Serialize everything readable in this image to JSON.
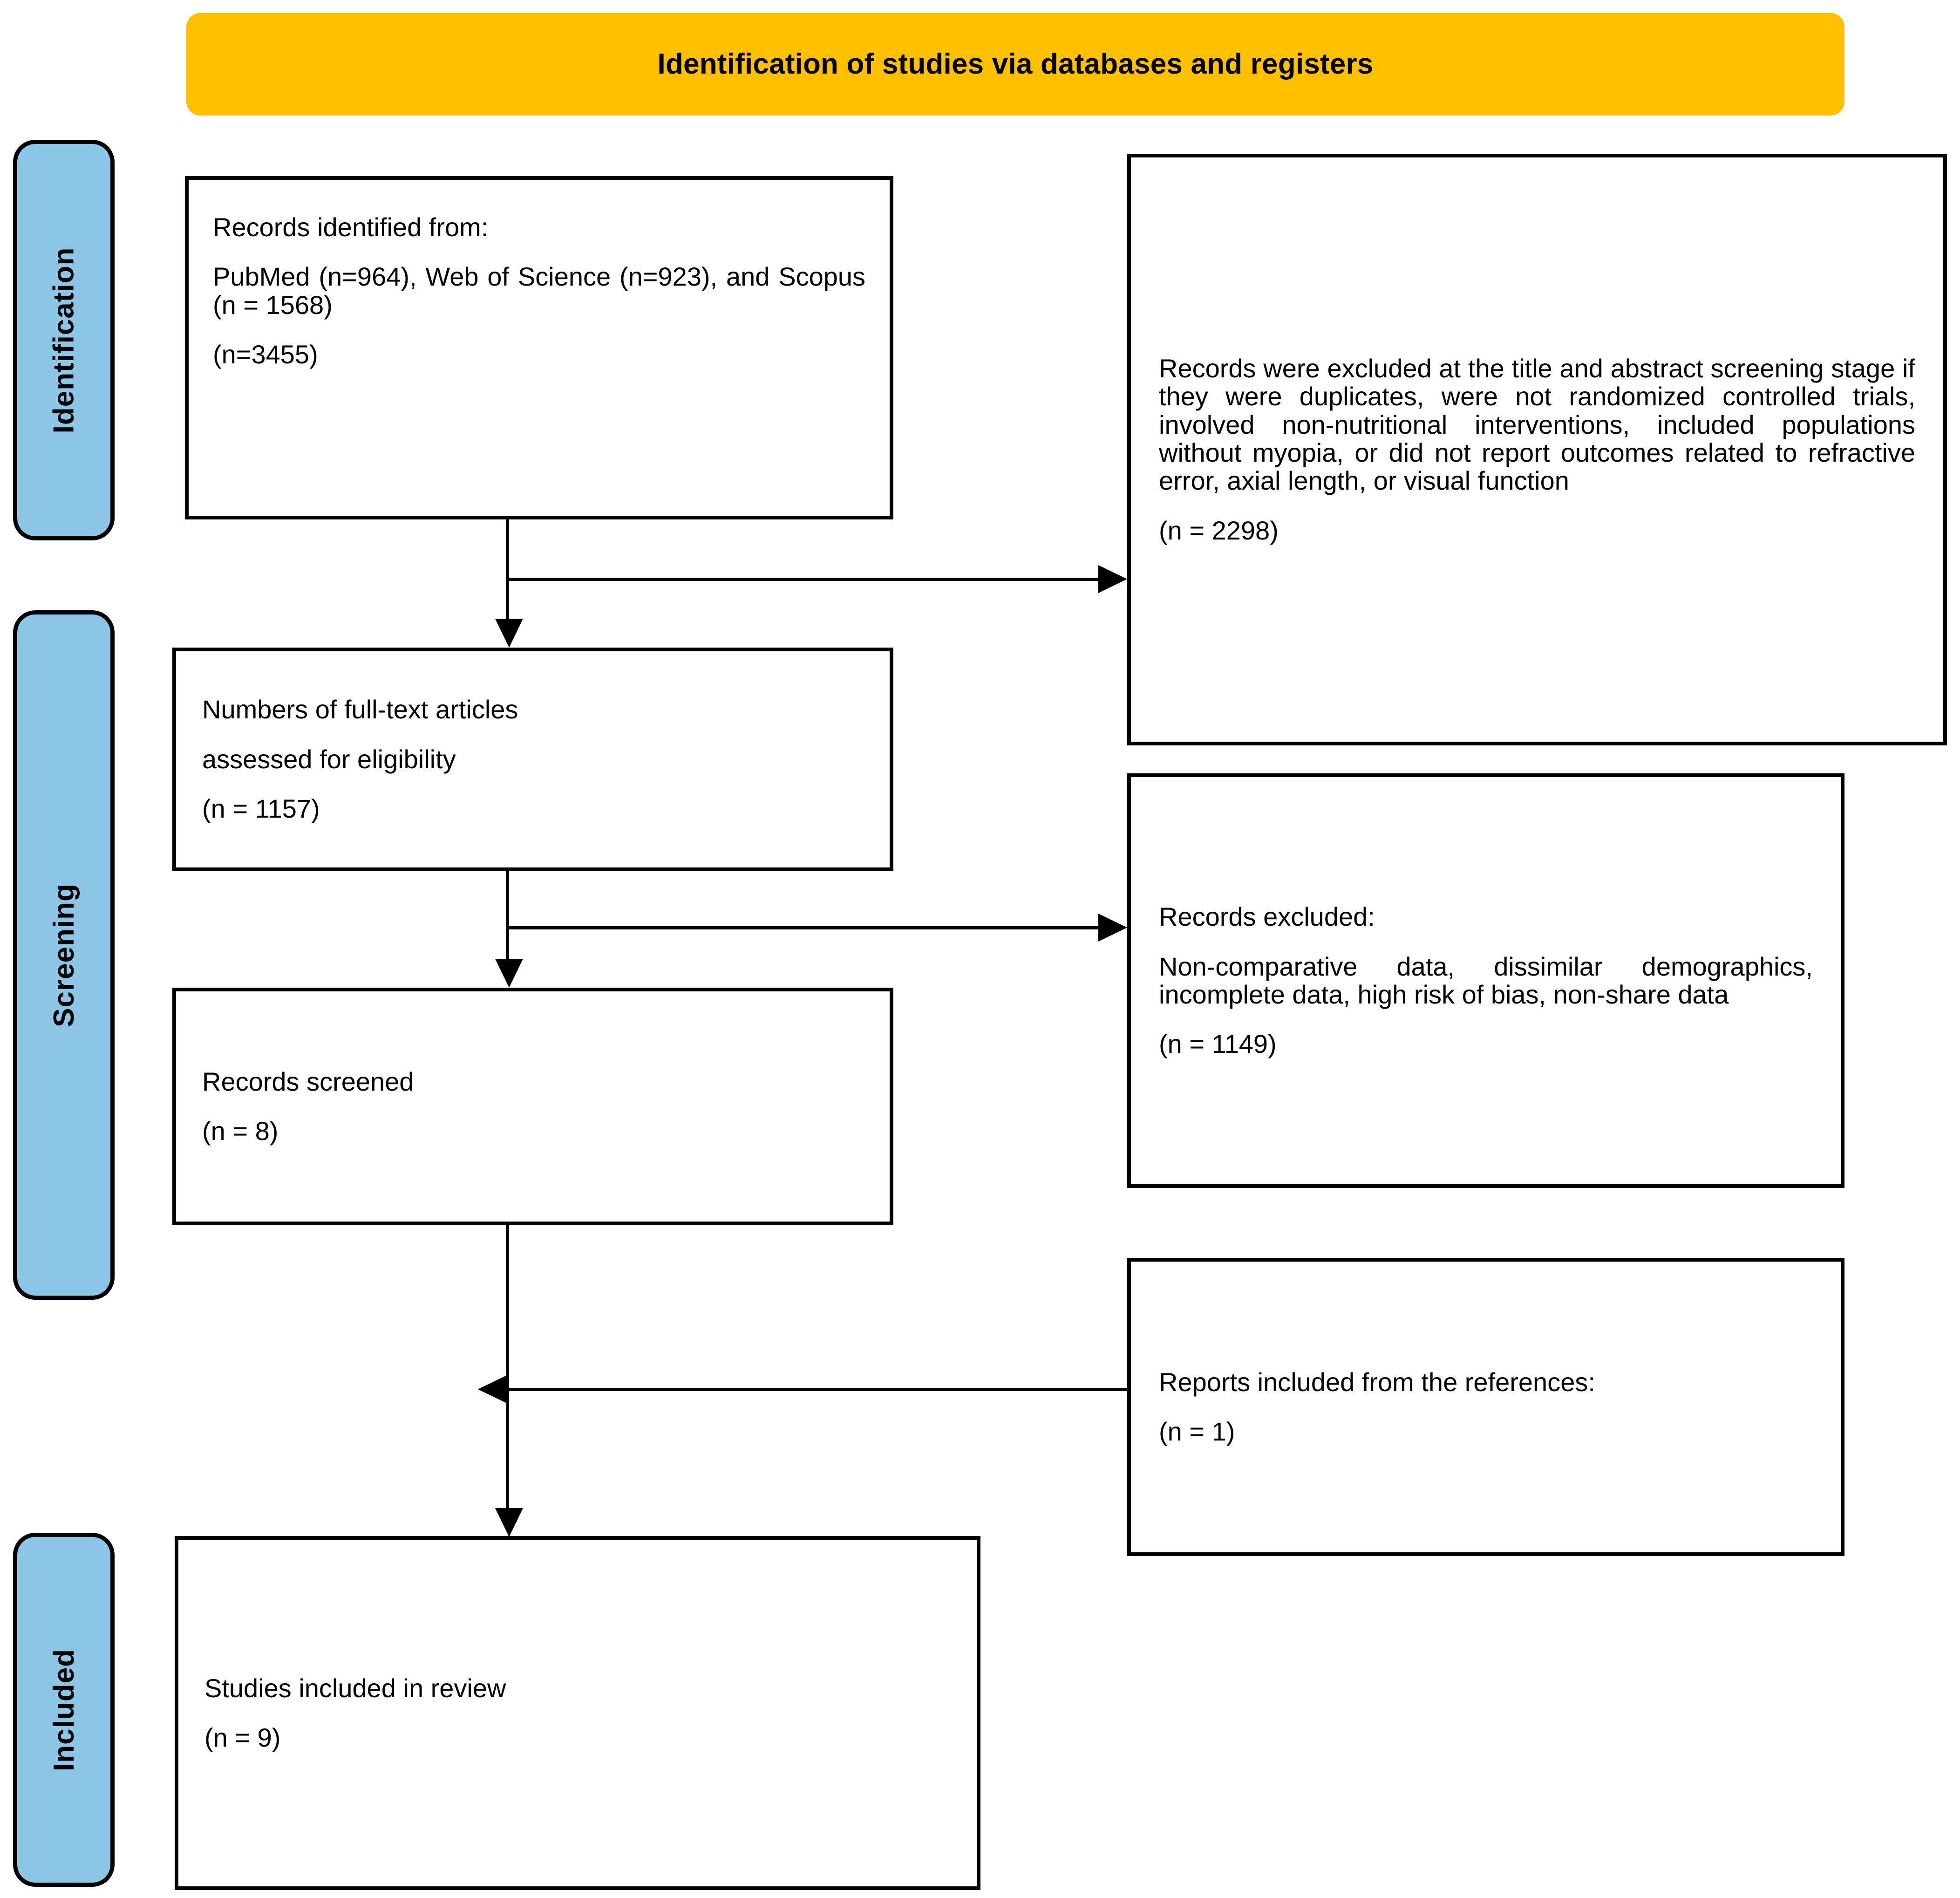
{
  "diagram": {
    "type": "PRISMA flow diagram",
    "title": "Identification of studies via databases and registers",
    "colors": {
      "banner": "#FFC000",
      "stage_bar": "#8EC6E8",
      "line": "#000000",
      "box_fill": "#FFFFFF"
    }
  },
  "stages": [
    {
      "id": "identification",
      "label": "Identification"
    },
    {
      "id": "screening",
      "label": "Screening"
    },
    {
      "id": "included",
      "label": "Included"
    }
  ],
  "nodes": {
    "records_identified": {
      "lines": [
        "Records identified from:",
        "PubMed (n=964), Web of Science (n=923), and Scopus (n = 1568)",
        "(n=3455)"
      ]
    },
    "records_excluded_title_abstract": {
      "lines": [
        "Records were excluded at the title and abstract screening stage if they were duplicates, were not randomized controlled trials, involved non-nutritional interventions, included populations without myopia, or did not report outcomes related to refractive error, axial length, or visual function",
        "(n = 2298)"
      ]
    },
    "full_text_assessed": {
      "lines": [
        "Numbers of full-text articles",
        "assessed for eligibility",
        "(n = 1157)"
      ]
    },
    "records_excluded": {
      "lines": [
        "Records excluded:",
        "Non-comparative data, dissimilar demographics, incomplete data, high risk of bias, non-share data",
        "(n = 1149)"
      ]
    },
    "records_screened": {
      "lines": [
        "Records screened",
        "(n = 8)"
      ]
    },
    "reports_from_references": {
      "lines": [
        "Reports included from the references:",
        "(n = 1)"
      ]
    },
    "studies_included": {
      "lines": [
        "Studies included in review",
        "(n = 9)"
      ]
    }
  },
  "counts": {
    "pubmed": 964,
    "web_of_science": 923,
    "scopus": 1568,
    "total_identified": 3455,
    "excluded_title_abstract": 2298,
    "full_text_assessed": 1157,
    "excluded_eligibility": 1149,
    "records_screened": 8,
    "from_references": 1,
    "studies_included": 9
  }
}
